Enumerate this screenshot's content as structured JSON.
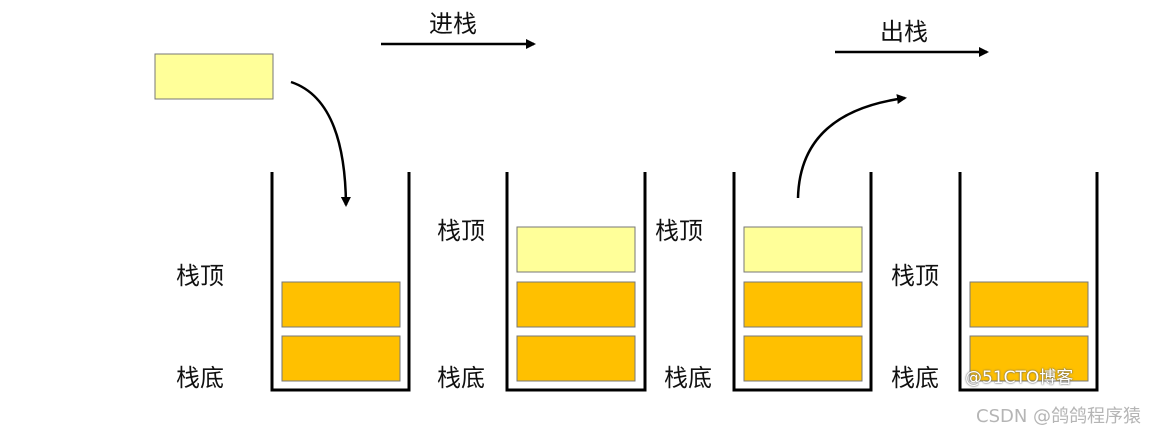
{
  "diagram": {
    "push_label": "进栈",
    "pop_label": "出栈",
    "top_label": "栈顶",
    "bottom_label": "栈底"
  },
  "colors": {
    "stack_item": "#FFC000",
    "new_item": "#FFFF99",
    "line": "#000000"
  },
  "watermark": {
    "inner": "@51CTO博客",
    "footer": "CSDN @鸽鸽程序猿"
  }
}
